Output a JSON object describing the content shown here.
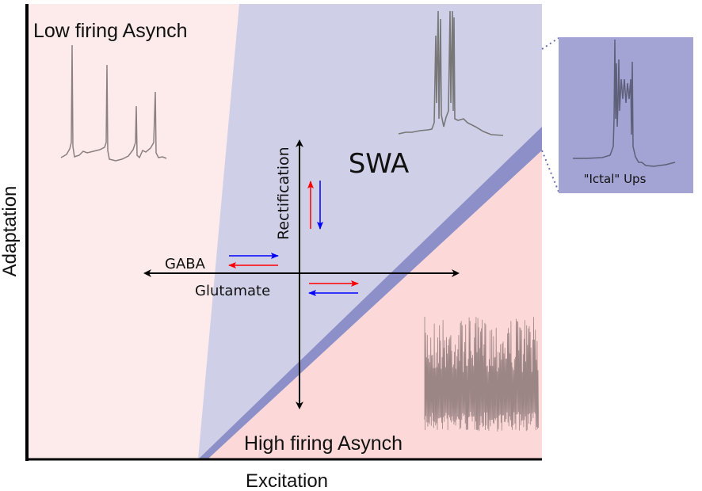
{
  "axes": {
    "x_label": "Excitation",
    "y_label": "Adaptation"
  },
  "regions": {
    "low_firing": "Low firing Asynch",
    "swa": "SWA",
    "high_firing": "High firing Asynch"
  },
  "controls": {
    "vertical": "Rectification",
    "left": "GABA",
    "right": "Glutamate"
  },
  "inset": {
    "label": "\"Ictal\" Ups"
  },
  "colors": {
    "low_firing_bg": "#fdeaea",
    "swa_bg": "#cfd0e8",
    "boundary_band": "#8d8fc8",
    "high_firing_bg": "#fdd8d8",
    "inset_bg": "#a3a4d4",
    "increase_arrow": "#ff0000",
    "decrease_arrow": "#0000ff",
    "trace": "#888888"
  }
}
